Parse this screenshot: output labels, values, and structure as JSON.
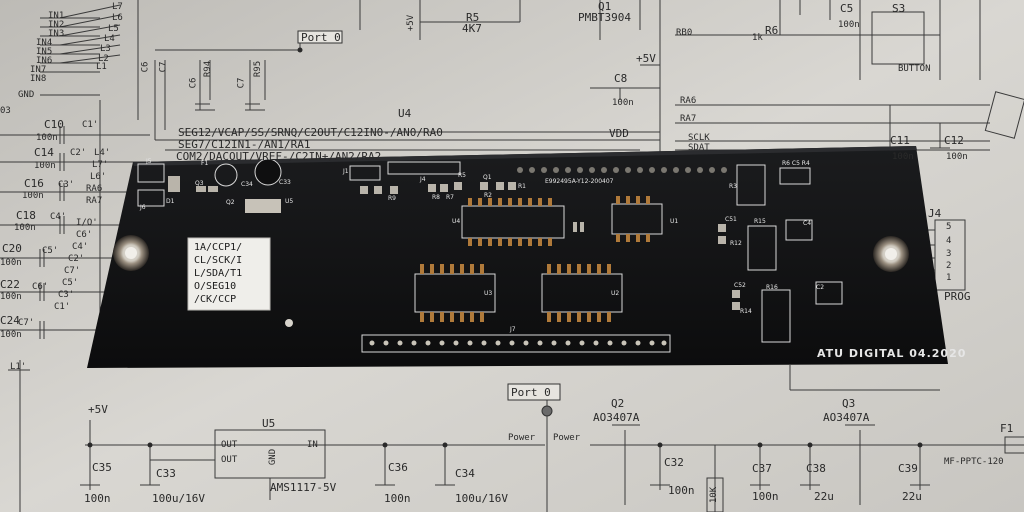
{
  "schematic": {
    "left_labels": [
      "IN1",
      "IN2",
      "IN3",
      "IN4",
      "IN5",
      "IN6",
      "IN7",
      "IN8",
      "GND",
      "L7",
      "L6",
      "L5",
      "L4",
      "L3",
      "L2",
      "L1"
    ],
    "top_refs": {
      "r5": "R5",
      "r5_val": "4K7",
      "q1": "Q1",
      "q1_val": "PMBT3904",
      "vcc": "+5V",
      "c5": "C5",
      "c5_val": "100n",
      "s3": "S3",
      "button": "BUTTON",
      "r6": "R6",
      "r6_val": "1k",
      "rb0": "RB0"
    },
    "port0_top": "Port 0",
    "mcu_ref": "U4",
    "mcu_pins": [
      "SEG12/VCAP/SS/SRNQ/C2OUT/C12IN0-/AN0/RA0",
      "SEG7/C12IN1-/AN1/RA1",
      "COM2/DACOUT/VREF-/C2IN+/AN2/RA2"
    ],
    "vdd": "VDD",
    "c8": "C8",
    "c8_val": "100n",
    "vcc2": "+5V",
    "caps_top": [
      "C6",
      "C7",
      "R94",
      "R95"
    ],
    "right_nets": [
      "RA6",
      "RA7",
      "SCLK",
      "SDAT"
    ],
    "c11": "C11",
    "c11_val": "100n",
    "c12": "C12",
    "c12_val": "100n",
    "j4": "J4",
    "prog": "PROG",
    "j4_pins": [
      "5",
      "4",
      "3",
      "2",
      "1"
    ],
    "left_caps": [
      {
        "ref": "C10",
        "val": "100n",
        "net": "C1'"
      },
      {
        "ref": "C14",
        "val": "100n",
        "net": "C2'"
      },
      {
        "ref": "C16",
        "val": "100n",
        "net": "C3'"
      },
      {
        "ref": "C18",
        "val": "100n",
        "net": "C4'"
      },
      {
        "ref": "C20",
        "val": "100n",
        "net": "C5'"
      },
      {
        "ref": "C22",
        "val": "100n",
        "net": "C6'"
      },
      {
        "ref": "C24",
        "val": "100n",
        "net": "C7'"
      }
    ],
    "left_nets": [
      "L4'",
      "L7'",
      "L6'",
      "RA6",
      "RA7",
      "I/O'",
      "C6'",
      "C4'",
      "C2'",
      "C7'",
      "C5'",
      "C3'",
      "C1'"
    ],
    "l1": "L1'",
    "b403": "03",
    "bottom": {
      "port0": "Port 0",
      "vcc": "+5V",
      "u5": "U5",
      "u5_val": "AMS1117-5V",
      "u5_pins": [
        "OUT",
        "OUT",
        "GND",
        "IN"
      ],
      "c35": "C35",
      "c35_val": "100n",
      "c33": "C33",
      "c33_val": "100u/16V",
      "c36": "C36",
      "c36_val": "100n",
      "c34": "C34",
      "c34_val": "100u/16V",
      "power1": "Power",
      "power2": "Power",
      "q2": "Q2",
      "q2_val": "AO3407A",
      "q3": "Q3",
      "q3_val": "AO3407A",
      "c32": "C32",
      "c32_val": "100n",
      "r10k": "10K",
      "c37": "C37",
      "c37_val": "100n",
      "c38": "C38",
      "c38_val": "22u",
      "c39": "C39",
      "c39_val": "22u",
      "f1": "F1",
      "f1_val": "MF-PPTC-120"
    }
  },
  "pcb": {
    "brand": "ATU DIGITAL 04.2020",
    "serial": "E992495A-Y12-200407",
    "sticker_lines": [
      "1A/CCP1/",
      "CL/SCK/I",
      "L/SDA/T1",
      "O/SEG10",
      "/CK/CCP"
    ],
    "refs": {
      "u4": "U4",
      "u1": "U1",
      "u3": "U3",
      "u2": "U2",
      "j7": "J7",
      "u5": "U5",
      "j1": "J1",
      "j4": "J4",
      "j5": "J5",
      "j6": "J6",
      "d1": "D1",
      "f1": "F1",
      "q2": "Q2",
      "q3": "Q3",
      "c34": "C34",
      "c33": "C33",
      "r3": "R3",
      "r15": "R15",
      "r16": "R16",
      "c51": "C51",
      "c52": "C52",
      "r12": "R12",
      "r14": "R14",
      "c4": "C4",
      "c2": "C2",
      "r9": "R9",
      "r8": "R8",
      "r7": "R7",
      "r5": "R5",
      "q1": "Q1",
      "r1": "R1",
      "r2": "R2",
      "r6r4": "R6 C5 R4"
    }
  }
}
